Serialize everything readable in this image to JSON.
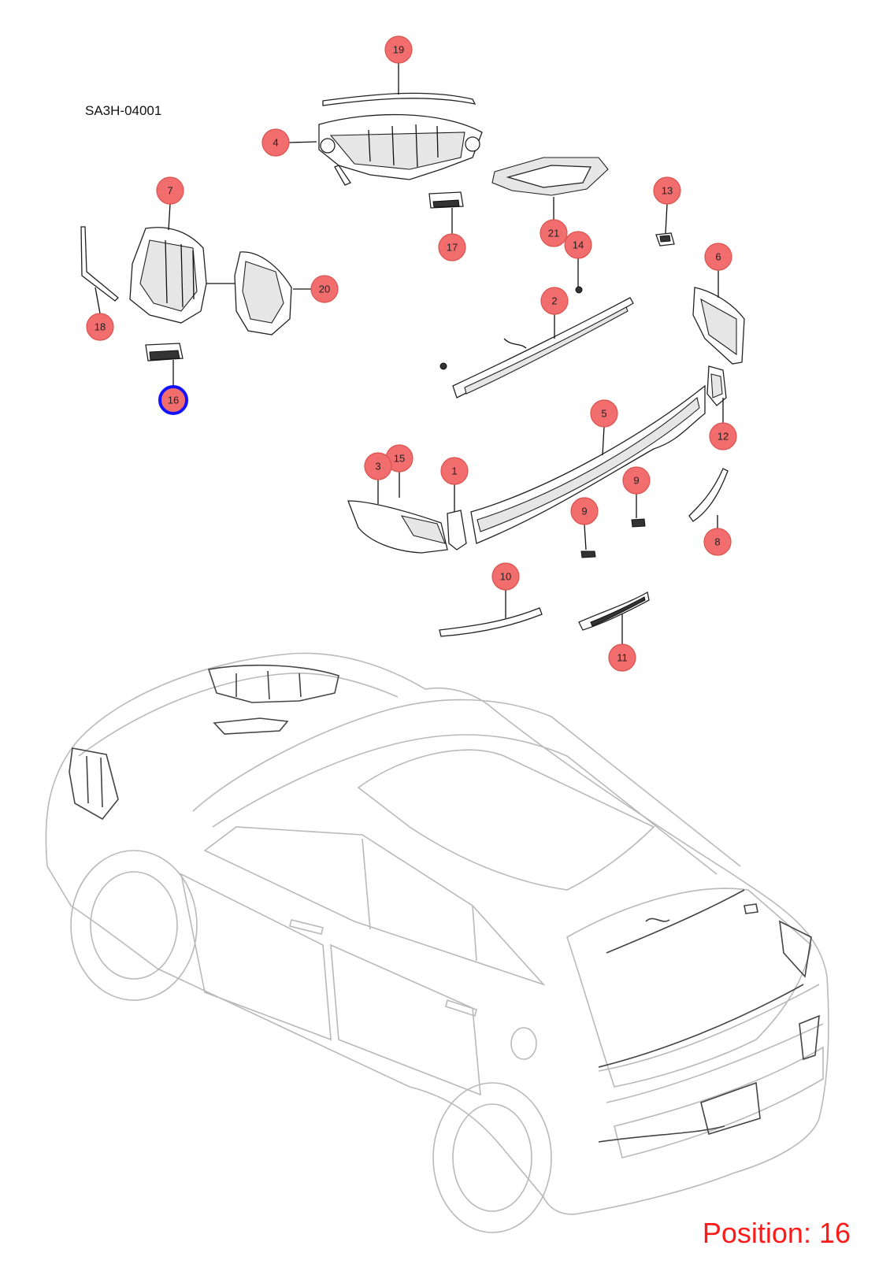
{
  "diagram_code": "SA3H-04001",
  "position_label": "Position: 16",
  "selected_callout": "16",
  "callouts": [
    {
      "id": "c19",
      "label": "19"
    },
    {
      "id": "c4",
      "label": "4"
    },
    {
      "id": "c7",
      "label": "7"
    },
    {
      "id": "c17",
      "label": "17"
    },
    {
      "id": "c21",
      "label": "21"
    },
    {
      "id": "c13",
      "label": "13"
    },
    {
      "id": "c14",
      "label": "14"
    },
    {
      "id": "c20",
      "label": "20"
    },
    {
      "id": "c6",
      "label": "6"
    },
    {
      "id": "c2",
      "label": "2"
    },
    {
      "id": "c18",
      "label": "18"
    },
    {
      "id": "c16",
      "label": "16"
    },
    {
      "id": "c5",
      "label": "5"
    },
    {
      "id": "c12",
      "label": "12"
    },
    {
      "id": "c15",
      "label": "15"
    },
    {
      "id": "c3",
      "label": "3"
    },
    {
      "id": "c1",
      "label": "1"
    },
    {
      "id": "c9a",
      "label": "9"
    },
    {
      "id": "c9b",
      "label": "9"
    },
    {
      "id": "c8",
      "label": "8"
    },
    {
      "id": "c10",
      "label": "10"
    },
    {
      "id": "c11",
      "label": "11"
    }
  ],
  "colors": {
    "callout_fill": "#f26d6d",
    "selected_outline": "#1212ff",
    "position_text": "#ff1a1a"
  }
}
